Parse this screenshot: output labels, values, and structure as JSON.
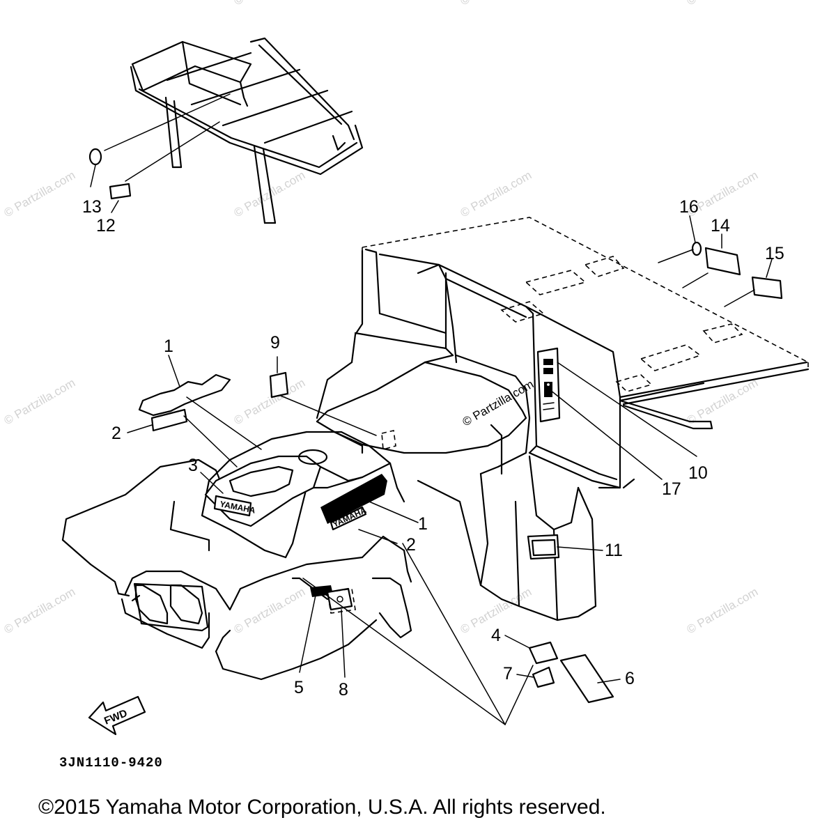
{
  "watermark": "© Partzilla.com",
  "diagram_code": "3JN1110-9420",
  "copyright": "©2015 Yamaha Motor Corporation, U.S.A. All rights reserved.",
  "fwd_label": "FWD",
  "brand_label": "YAMAHA",
  "callouts": {
    "c1a": "1",
    "c1b": "1",
    "c2a": "2",
    "c2b": "2",
    "c3": "3",
    "c4": "4",
    "c5": "5",
    "c6": "6",
    "c7": "7",
    "c8": "8",
    "c9": "9",
    "c10": "10",
    "c11": "11",
    "c12": "12",
    "c13": "13",
    "c14": "14",
    "c15": "15",
    "c16": "16",
    "c17": "17"
  }
}
